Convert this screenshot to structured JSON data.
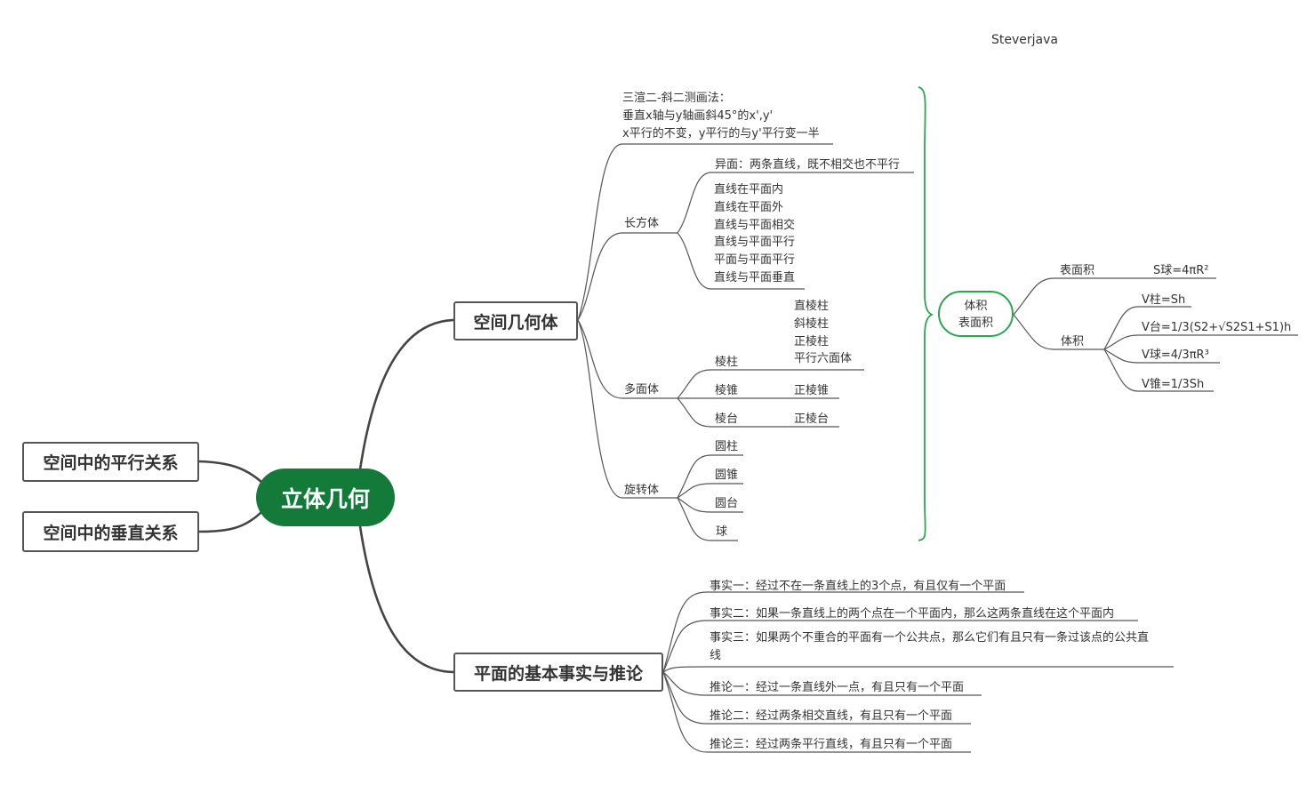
{
  "watermark": "Steverjava",
  "root": "立体几何",
  "left": {
    "parallel": "空间中的平行关系",
    "perpendicular": "空间中的垂直关系"
  },
  "space_solids": {
    "label": "空间几何体",
    "drawing": [
      "三渲二-斜二测画法：",
      "垂直x轴与y轴画斜45°的x',y'",
      "x平行的不变，y平行的与y'平行变一半"
    ],
    "cuboid": {
      "label": "长方体",
      "skew": "异面：两条直线，既不相交也不平行",
      "relations": [
        "直线在平面内",
        "直线在平面外",
        "直线与平面相交",
        "直线与平面平行",
        "平面与平面平行",
        "直线与平面垂直"
      ]
    },
    "polyhedron": {
      "label": "多面体",
      "prism": {
        "label": "棱柱",
        "items": [
          "直棱柱",
          "斜棱柱",
          "正棱柱",
          "平行六面体"
        ]
      },
      "pyramid": {
        "label": "棱锥",
        "item": "正棱锥"
      },
      "frustum": {
        "label": "棱台",
        "item": "正棱台"
      }
    },
    "rotation": {
      "label": "旋转体",
      "items": [
        "圆柱",
        "圆锥",
        "圆台",
        "球"
      ]
    }
  },
  "volume_area": {
    "label": [
      "体积",
      "表面积"
    ],
    "surface": {
      "label": "表面积",
      "formula": "S球=4πR²"
    },
    "volume": {
      "label": "体积",
      "formulas": [
        "V柱=Sh",
        "V台=1/3(S2+√S2S1+S1)h",
        "V球=4/3πR³",
        "V锥=1/3Sh"
      ]
    }
  },
  "plane": {
    "label": "平面的基本事实与推论",
    "fact1": "事实一：经过不在一条直线上的3个点，有且仅有一个平面",
    "fact2": "事实二：如果一条直线上的两个点在一个平面内，那么这两条直线在这个平面内",
    "fact3": [
      "事实三：如果两个不重合的平面有一个公共点，那么它们有且只有一条过该点的公共直",
      "线"
    ],
    "cor1": "推论一：经过一条直线外一点，有且只有一个平面",
    "cor2": "推论二：经过两条相交直线，有且只有一个平面",
    "cor3": "推论三：经过两条平行直线，有且只有一个平面"
  },
  "colors": {
    "root_fill": "#137a3a",
    "accent_green": "#2aa64f",
    "line": "#555555",
    "box_border": "#555555"
  }
}
